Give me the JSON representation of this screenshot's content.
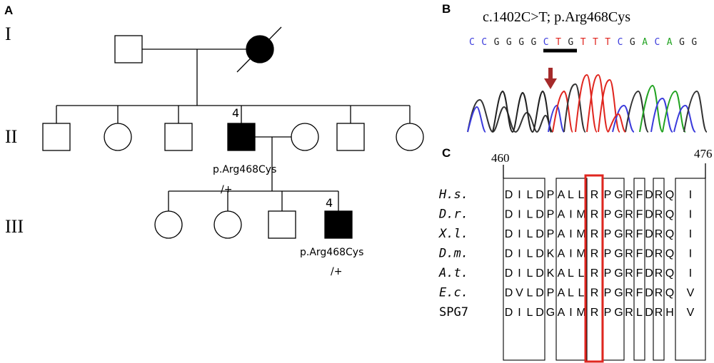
{
  "panels": {
    "a": "A",
    "b": "B",
    "c": "C"
  },
  "pedigree": {
    "generations": [
      "I",
      "II",
      "III"
    ],
    "proband_count_ii": "4",
    "proband_count_iii": "4",
    "variant_ii": "p.Arg468Cys",
    "genotype_ii": "/+",
    "variant_iii": "p.Arg468Cys",
    "genotype_iii": "/+"
  },
  "sequencing": {
    "title": "c.1402C>T; p.Arg468Cys",
    "bases": [
      "C",
      "C",
      "G",
      "G",
      "G",
      "G",
      "C",
      "T",
      "G",
      "T",
      "T",
      "T",
      "C",
      "G",
      "A",
      "C",
      "A",
      "G",
      "G"
    ],
    "base_colors": {
      "C": "#3b3bdc",
      "G": "#222222",
      "T": "#e0261f",
      "A": "#22a322"
    },
    "arrow_color": "#a52a2a"
  },
  "alignment": {
    "start_pos": "460",
    "end_pos": "476",
    "highlight_color": "#e0261f",
    "rows": [
      {
        "species": "H.s.",
        "italic": true,
        "seq": [
          "D",
          "I",
          "L",
          "D",
          "P",
          "A",
          "L",
          "L",
          "R",
          "P",
          "G",
          "R",
          "F",
          "D",
          "R",
          "Q",
          "I"
        ]
      },
      {
        "species": "D.r.",
        "italic": true,
        "seq": [
          "D",
          "I",
          "L",
          "D",
          "P",
          "A",
          "I",
          "M",
          "R",
          "P",
          "G",
          "R",
          "F",
          "D",
          "R",
          "Q",
          "I"
        ]
      },
      {
        "species": "X.l.",
        "italic": true,
        "seq": [
          "D",
          "I",
          "L",
          "D",
          "P",
          "A",
          "I",
          "M",
          "R",
          "P",
          "G",
          "R",
          "F",
          "D",
          "R",
          "Q",
          "I"
        ]
      },
      {
        "species": "D.m.",
        "italic": true,
        "seq": [
          "D",
          "I",
          "L",
          "D",
          "K",
          "A",
          "I",
          "M",
          "R",
          "P",
          "G",
          "R",
          "F",
          "D",
          "R",
          "Q",
          "I"
        ]
      },
      {
        "species": "A.t.",
        "italic": true,
        "seq": [
          "D",
          "I",
          "L",
          "D",
          "K",
          "A",
          "L",
          "L",
          "R",
          "P",
          "G",
          "R",
          "F",
          "D",
          "R",
          "Q",
          "I"
        ]
      },
      {
        "species": "E.c.",
        "italic": true,
        "seq": [
          "D",
          "V",
          "L",
          "D",
          "P",
          "A",
          "L",
          "L",
          "R",
          "P",
          "G",
          "R",
          "F",
          "D",
          "R",
          "Q",
          "V"
        ]
      },
      {
        "species": "SPG7",
        "italic": false,
        "seq": [
          "D",
          "I",
          "L",
          "D",
          "G",
          "A",
          "I",
          "M",
          "R",
          "P",
          "G",
          "R",
          "L",
          "D",
          "R",
          "H",
          "V"
        ]
      }
    ]
  }
}
